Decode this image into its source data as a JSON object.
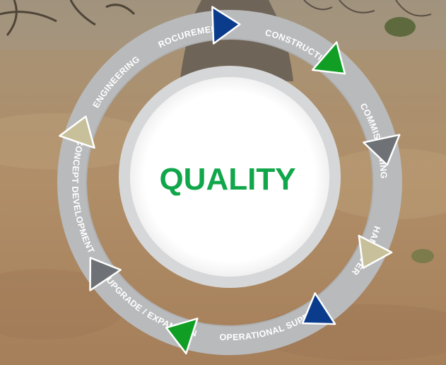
{
  "center": {
    "label": "QUALITY",
    "color": "#10A64A"
  },
  "stages": [
    {
      "label": "PROCUREMENT"
    },
    {
      "label": "CONSTRUCTION"
    },
    {
      "label": "COMMISSIONING"
    },
    {
      "label": "HANDOVER"
    },
    {
      "label": "OPERATIONAL SUPPORT"
    },
    {
      "label": "UPGRADE / EXPANSION"
    },
    {
      "label": "CONCEPT DEVELOPMENT"
    },
    {
      "label": "ENGINEERING"
    }
  ],
  "arrows": [
    {
      "name": "navy-arrow",
      "color": "#0B3C8C"
    },
    {
      "name": "green-arrow",
      "color": "#119E25"
    },
    {
      "name": "gray-arrow",
      "color": "#6E7175"
    },
    {
      "name": "tan-arrow",
      "color": "#C7C09A"
    },
    {
      "name": "navy-arrow",
      "color": "#0B3C8C"
    },
    {
      "name": "green-arrow",
      "color": "#119E25"
    },
    {
      "name": "gray-arrow",
      "color": "#6E7175"
    },
    {
      "name": "tan-arrow",
      "color": "#C7C09A"
    }
  ],
  "colors": {
    "ring": "#B9BABC",
    "ring_dark": "#A3A4A6",
    "inner_ring": "#D6D7D8",
    "inner_fill": "#FFFFFF",
    "label_text": "#FFFFFF"
  }
}
